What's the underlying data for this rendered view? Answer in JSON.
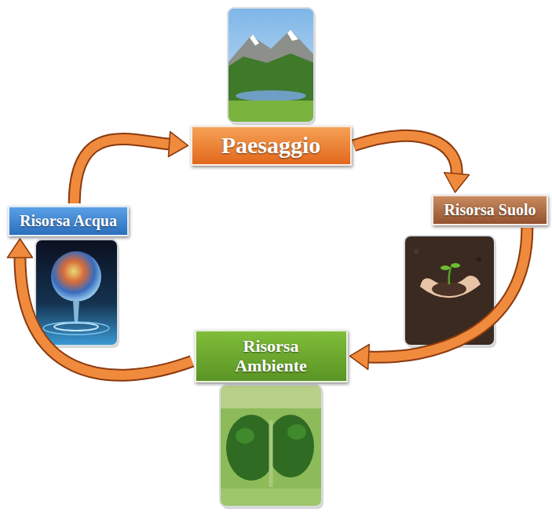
{
  "diagram": {
    "nodes": [
      {
        "text": [
          "Paesaggio"
        ]
      },
      {
        "text": [
          "Risorsa Suolo"
        ]
      },
      {
        "text": [
          "Risorsa Ambiente"
        ]
      },
      {
        "text": [
          "Risorsa Acqua"
        ]
      }
    ],
    "edges": [
      {
        "from": 0,
        "to": 1,
        "arrow": "to"
      },
      {
        "from": 1,
        "to": 2,
        "arrow": "to"
      },
      {
        "from": 2,
        "to": 3,
        "arrow": "to"
      },
      {
        "from": 3,
        "to": 0,
        "arrow": "to"
      }
    ]
  }
}
